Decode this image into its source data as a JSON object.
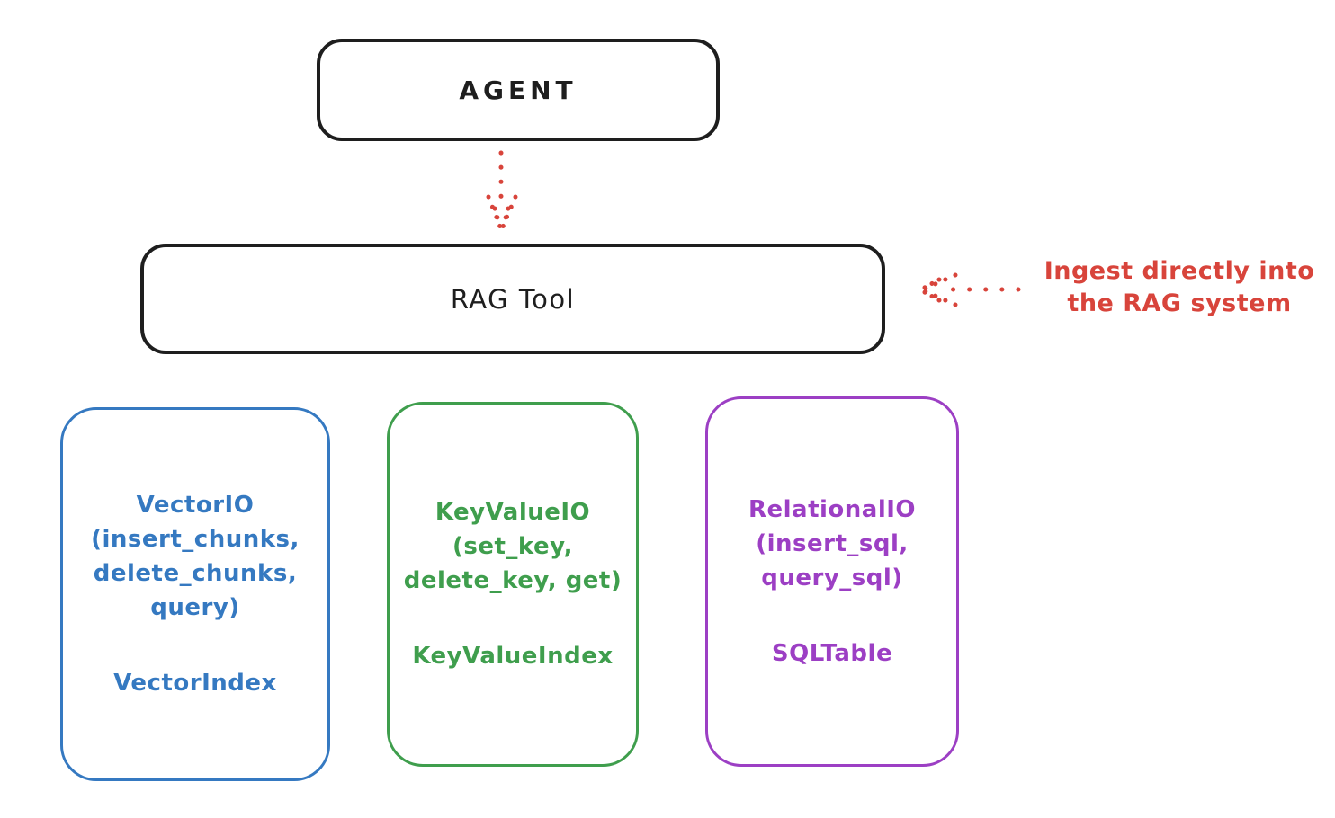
{
  "diagram": {
    "agent": {
      "label": "AGENT"
    },
    "rag_tool": {
      "label": "RAG Tool"
    },
    "annotation": {
      "line1": "Ingest directly into",
      "line2": "the RAG system"
    },
    "boxes": [
      {
        "name": "VectorIO",
        "line1": "VectorIO",
        "line2": "(insert_chunks,",
        "line3": "delete_chunks,",
        "line4": "query)",
        "index": "VectorIndex",
        "color": "#3579c1"
      },
      {
        "name": "KeyValueIO",
        "line1": "KeyValueIO",
        "line2": "(set_key,",
        "line3": "delete_key, get)",
        "index": "KeyValueIndex",
        "color": "#3f9e4d"
      },
      {
        "name": "RelationalIO",
        "line1": "RelationalIO",
        "line2": "(insert_sql,",
        "line3": "query_sql)",
        "index": "SQLTable",
        "color": "#9c3fc4"
      }
    ],
    "colors": {
      "stroke": "#1e1e1e",
      "red": "#d8443b",
      "blue": "#3579c1",
      "green": "#3f9e4d",
      "purple": "#9c3fc4",
      "background": "#ffffff"
    }
  }
}
